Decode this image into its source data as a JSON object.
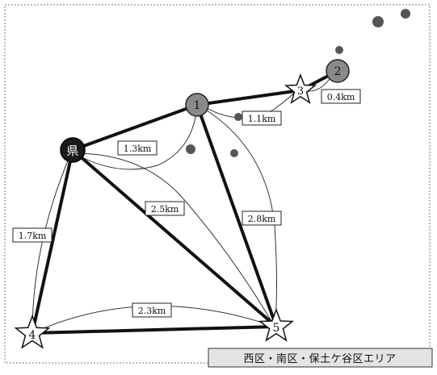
{
  "nodes": {
    "node_1": "1",
    "node_2": "2",
    "node_3": "3",
    "node_4": "4",
    "node_5": "5",
    "node_ken": "県"
  },
  "distances": {
    "d_3_1": "1.1km",
    "d_2_3": "0.4km",
    "d_ken_1": "1.3km",
    "d_ken_5": "2.5km",
    "d_1_5": "2.8km",
    "d_ken_4": "1.7km",
    "d_4_5": "2.3km"
  },
  "area_label": "西区・南区・保土ケ谷区エリア",
  "colors": {
    "edge": "#111111",
    "node_dark": "#1a1a1a",
    "node_gray": "#8a8a8a",
    "dot": "#555555",
    "star_fill": "#ffffff"
  }
}
